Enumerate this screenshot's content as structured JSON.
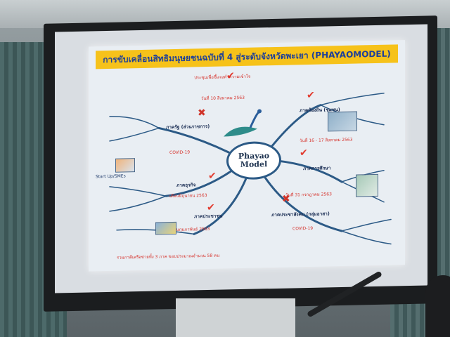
{
  "slide": {
    "title": "การขับเคลื่อนสิทธิมนุษยชนฉบับที่ 4 สู่ระดับจังหวัดพะเยา (PHAYAOMODEL)",
    "hub": [
      "Phayao",
      "Model"
    ],
    "branches": {
      "top": "ภาครัฐ (ส่วนราชการ)",
      "top_right": "ภาคท้องถิ่น (ชุมชน)",
      "right": "ภาคการศึกษา",
      "left_mid": "ภาคธุรกิจ",
      "bottom_left": "ภาคประชาชน",
      "bottom_right": "ภาคประชาสังคม (กลุ่มอาสา)"
    },
    "notes": {
      "top_meeting": "ประชุมเพื่อชี้แจงทำความเข้าใจ",
      "top_date": "วันที่ 10 สิงหาคม 2563",
      "right_date": "วันที่ 16 - 17 สิงหาคม 2563",
      "left_covid": "COVID-19",
      "left_month": "เดือนมิถุนายน 2563",
      "bottom_month": "เดือนกุมภาพันธ์ 2563",
      "bottom_date": "วันที่ 31 กรกฎาคม 2563",
      "bottom_covid": "COVID-19",
      "startup": "Start Up/SMEs"
    },
    "footer": "รวมภาคีเครือข่ายทั้ง 3 ภาค ขอบประมาณจำนวน 58 คน"
  }
}
